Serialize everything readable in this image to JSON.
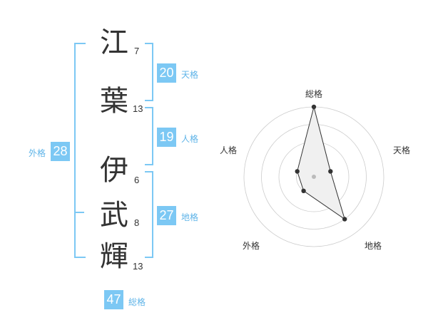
{
  "name": {
    "chars": [
      {
        "kanji": "江",
        "strokes": "7"
      },
      {
        "kanji": "葉",
        "strokes": "13"
      },
      {
        "kanji": "伊",
        "strokes": "6"
      },
      {
        "kanji": "武",
        "strokes": "8"
      },
      {
        "kanji": "輝",
        "strokes": "13"
      }
    ]
  },
  "fortune": {
    "tenkaku": {
      "value": "20",
      "label": "天格"
    },
    "jinkaku": {
      "value": "19",
      "label": "人格"
    },
    "chikaku": {
      "value": "27",
      "label": "地格"
    },
    "gaikaku": {
      "value": "28",
      "label": "外格"
    },
    "soukaku": {
      "value": "47",
      "label": "総格"
    }
  },
  "radar": {
    "axes": [
      "総格",
      "天格",
      "地格",
      "外格",
      "人格"
    ],
    "values": [
      4,
      1,
      3,
      1,
      1
    ],
    "max": 4,
    "rings": 4,
    "colors": {
      "ring": "#cccccc",
      "fill": "#f0f0f0",
      "line": "#333333",
      "center": "#bbbbbb"
    }
  }
}
